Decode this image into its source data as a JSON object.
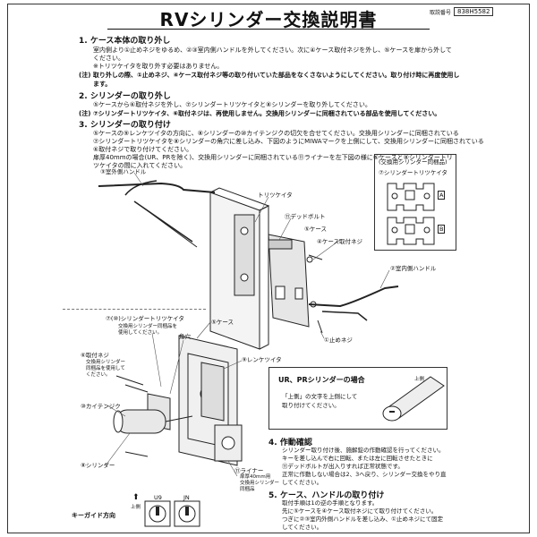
{
  "title": "RVシリンダー交換説明書",
  "doc_number_label": "取説番号",
  "doc_number": "838H5582",
  "section1": {
    "heading": "1. ケース本体の取り外し",
    "line1": "室内側より①止めネジをゆるめ、②③室内側ハンドルを外してください。次に④ケース取付ネジを外し、⑤ケースを扉から外してください。",
    "line1a": "室内側より①止めネジをゆるめ、②③室内側ハンドルを外してください。次に④ケース取付ネジを外し、⑤ケースを扉から外して",
    "line1b": "ください。",
    "line2": "※トリツケイタを取り外す必要はありません。",
    "note_a": "(注) 取り外しの際、①止めネジ、④ケース取付ネジ等の取り付いていた部品をなくさないようにしてください。取り付け時に再度使用し",
    "note_b": "ます。"
  },
  "section2": {
    "heading": "2. シリンダーの取り外し",
    "line1": "⑤ケースから⑥取付ネジを外し、⑦シリンダートリツケイタと⑧シリンダーを取り外してください。",
    "note": "(注) ⑦シリンダートリツケイタ、⑥取付ネジは、再使用しません。交換用シリンダーに同梱されている部品を使用してください。"
  },
  "section3": {
    "heading": "3. シリンダーの取り付け",
    "line1": "⑤ケースの⑨レンケツイタの方向に、⑧シリンダーの⑩カイテンジクの切欠を合せてください。交換用シリンダーに同梱されている",
    "line2": "⑦シリンダートリツケイタを⑧シリンダーの角穴に差し込み、下図のようにMIWAマークを上側にして、交換用シリンダーに同梱されている",
    "line3": "⑥取付ネジで取り付けてください。",
    "line4": "扉厚40mmの場合(UR、PRを除く)、交換用シリンダーに同梱されている⑪ライナーを左下図の様に⑤ケースと⑧シリンダートリ",
    "line5": "ツケイタの間に入れてください。"
  },
  "parts_box": {
    "title": "(交換用シリンダー同梱品)",
    "item": "⑦シリンダートリツケイタ",
    "mark_a": "A",
    "mark_b": "B"
  },
  "diagram_top": {
    "handle_outdoor": "③室外側ハンドル",
    "plate": "トリツケイタ",
    "deadbolt": "⑪デッドボルト",
    "case": "⑤ケース",
    "case_screw": "④ケース取付ネジ",
    "handle_indoor": "②室内側ハンドル",
    "set_screw": "①止めネジ"
  },
  "diagram_bottom": {
    "cyl_plate": "⑦(⑩)シリンダートリツケイタ",
    "cyl_plate_note1": "交換用シリンダー同梱品を",
    "cyl_plate_note2": "使用してください。",
    "case": "⑤ケース",
    "square_hole": "角穴",
    "mount_screw": "⑥取付ネジ",
    "mount_screw_note1": "交換用シリンダー",
    "mount_screw_note2": "同梱品を使用して",
    "mount_screw_note3": "ください。",
    "link_plate": "⑨レンケツイタ",
    "rotary_shaft": "⑩カイテンジク",
    "cylinder": "⑧シリンダー",
    "liner": "⑪ライナー",
    "liner_note1": "扉厚40mm用",
    "liner_note2": "交換用シリンダー",
    "liner_note3": "同梱品"
  },
  "ur_pr": {
    "heading": "UR、PRシリンダーの場合",
    "line1": "「上側」の文字を上側にして",
    "line2": "取り付けてください。",
    "label": "上側"
  },
  "section4": {
    "heading": "4. 作動確認",
    "line1": "シリンダー取り付け後、施解錠の作動確認を行ってください。",
    "line2": "キーを差し込んで右に回転、または左に回転させたときに",
    "line3": "⑪デッドボルトが出入りすれば正常状態です。",
    "line4": "正常に作動しない場合は2、3へ戻り、シリンダー交換をやり直",
    "line5": "してください。"
  },
  "section5": {
    "heading": "5. ケース、ハンドルの取り付け",
    "line1": "取付手順は1の逆の手順となります。",
    "line2": "先に⑤ケースを④ケース取付ネジにて取り付けてください。",
    "line3": "つぎに②③室内外側ハンドルを差し込み、①止めネジにて固定",
    "line4": "してください。"
  },
  "key_guide": {
    "label": "キーガイド方向",
    "up_label": "上側",
    "model_u9": "U9",
    "model_jn": "JN"
  }
}
